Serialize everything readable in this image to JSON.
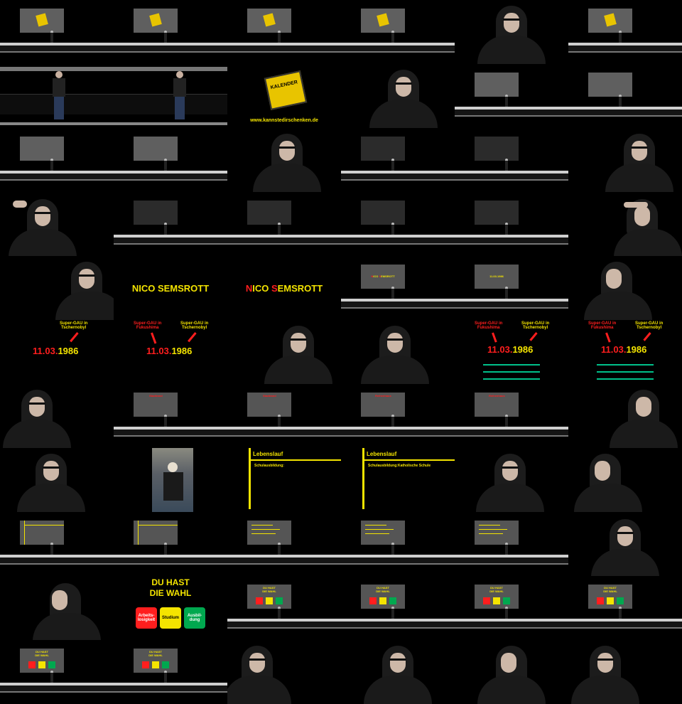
{
  "slides": {
    "name_title": "NICO SEMSROTT",
    "name_n": "N",
    "name_ico": "ICO ",
    "name_s": "S",
    "name_emsrott": "EMSROTT",
    "gau_tschernobyl": "Super-GAU in\nTschernobyl",
    "gau_fukushima": "Super-GAU in\nFukushima",
    "date_red": "11.03.",
    "date_yellow": "1986",
    "date_small": "11.03.1986",
    "website": "www.kannstedirschenken.de",
    "game_logo": "KALENDER",
    "lebenslauf": "Lebenslauf",
    "schule_label": "Schulausbildung:",
    "schule_value": "Katholische Schule",
    "stadtrand": "Stadtrand",
    "reihenhaus": "Reihenhaus",
    "wahl_title_1": "DU HAST",
    "wahl_title_2": "DIE WAHL",
    "choice_1": "Arbeits-\nlosigkeit",
    "choice_2": "Studium",
    "choice_3": "Ausbil-\ndung"
  },
  "colors": {
    "yellow": "#f4e400",
    "red": "#ff1e1e",
    "green": "#00a84f",
    "teal": "#00c08a"
  }
}
